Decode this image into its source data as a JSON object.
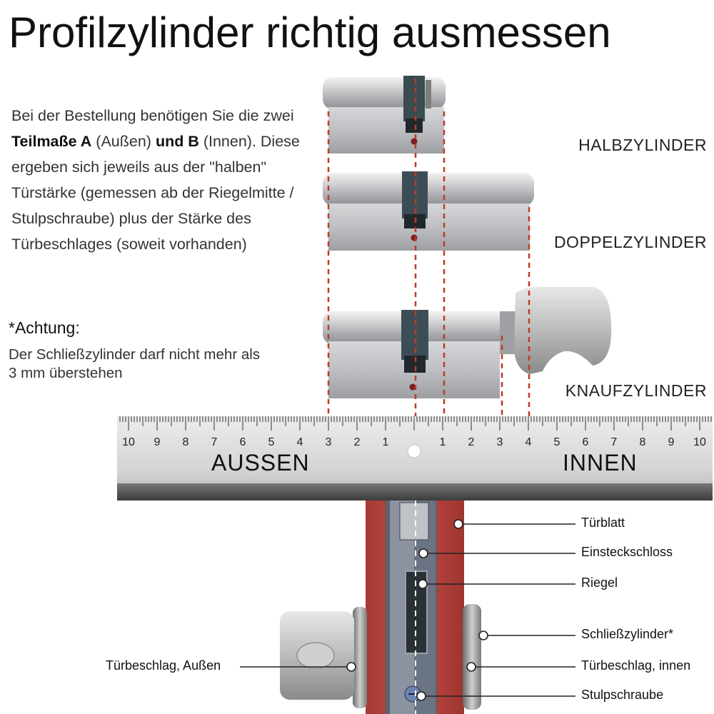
{
  "title": "Profilzylinder richtig ausmessen",
  "intro": {
    "t1": "Bei der Bestellung benötigen Sie die zwei ",
    "b1": "Teilmaße A",
    "t2": " (Außen) ",
    "b2": "und B",
    "t3": " (Innen). Diese ergeben sich jeweils aus der \"halben\" Türstärke (gemessen ab der Riegelmitte / Stulpschraube) plus der Stärke des Türbeschlages (soweit vorhanden)"
  },
  "warning": {
    "title": "*Achtung:",
    "text": "Der Schließzylinder darf nicht mehr als 3 mm überstehen"
  },
  "cylinders": {
    "halb": "HALBZYLINDER",
    "doppel": "DOPPELZYLINDER",
    "knauf": "KNAUFZYLINDER"
  },
  "ruler": {
    "aussen": "AUSSEN",
    "innen": "INNEN",
    "numbers_left": [
      "10",
      "9",
      "8",
      "7",
      "6",
      "5",
      "4",
      "3",
      "2",
      "1"
    ],
    "numbers_right": [
      "1",
      "2",
      "3",
      "4",
      "5",
      "6",
      "7",
      "8",
      "9",
      "10"
    ]
  },
  "annotations": {
    "tuerblatt": "Türblatt",
    "einsteckschloss": "Einsteckschloss",
    "riegel": "Riegel",
    "schliesszylinder": "Schließzylinder*",
    "tuerbeschlag_innen": "Türbeschlag, innen",
    "stulpschraube": "Stulpschraube",
    "tuerbeschlag_aussen": "Türbeschlag, Außen"
  },
  "colors": {
    "door_red": "#b8453f",
    "guide_red": "#c0392b",
    "ruler_silver": "#d9d9d9",
    "ruler_shadow": "#5b5b5b"
  }
}
